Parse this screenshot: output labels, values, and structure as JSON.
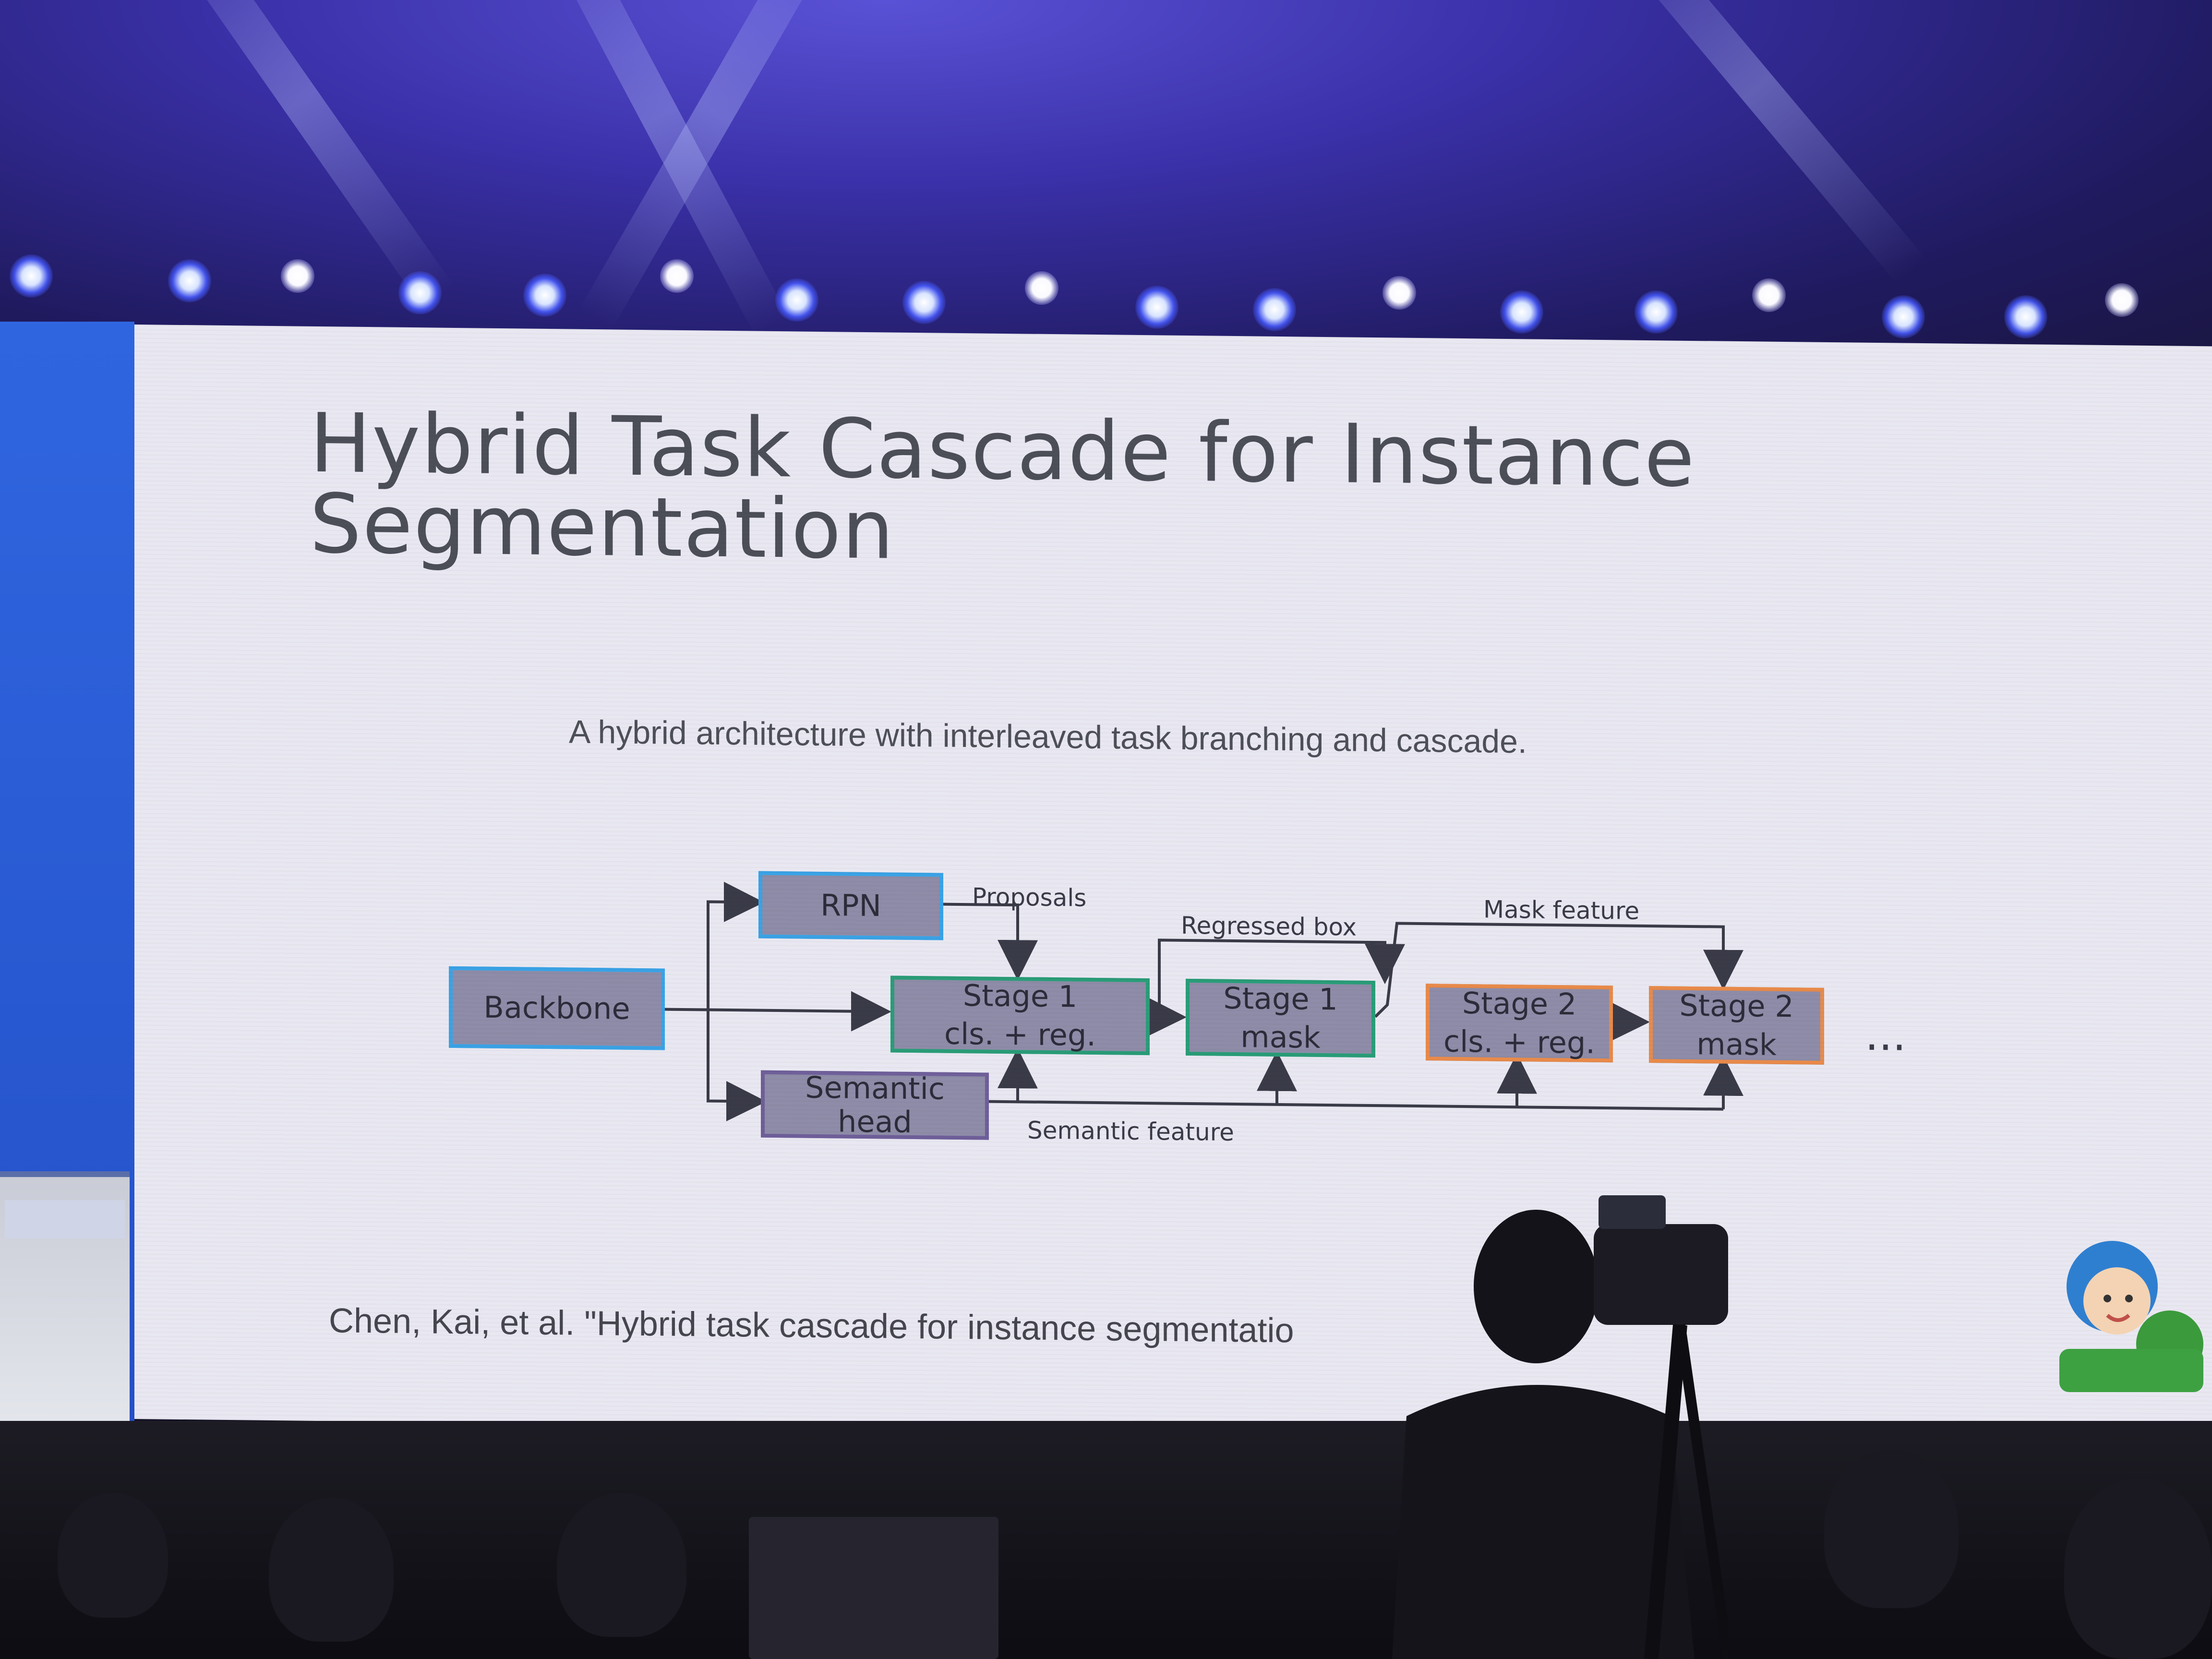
{
  "slide": {
    "title_line1": "Hybrid Task Cascade for Instance",
    "title_line2": "Segmentation",
    "subtitle": "A hybrid architecture with interleaved task branching and cascade.",
    "citation": "Chen, Kai, et al. \"Hybrid task cascade for instance segmentatio"
  },
  "diagram": {
    "nodes": {
      "backbone": "Backbone",
      "rpn": "RPN",
      "semantic_head_1": "Semantic",
      "semantic_head_2": "head",
      "stage1_box_1": "Stage 1",
      "stage1_box_2": "cls. + reg.",
      "stage1_mask_1": "Stage 1",
      "stage1_mask_2": "mask",
      "stage2_box_1": "Stage 2",
      "stage2_box_2": "cls. + reg.",
      "stage2_mask_1": "Stage 2",
      "stage2_mask_2": "mask"
    },
    "labels": {
      "proposals": "Proposals",
      "regressed_box": "Regressed box",
      "mask_feature": "Mask feature",
      "semantic_feature": "Semantic feature"
    },
    "ellipsis": "...",
    "colors": {
      "node_fill": "#8e8ca8",
      "backbone_border": "#3aa3e6",
      "rpn_border": "#3aa3e6",
      "semantic_border": "#6f5f9a",
      "stage1_border": "#2a9d78",
      "stage2_border": "#e88a4a",
      "arrow": "#3a3b48"
    }
  },
  "scene": {
    "accent_stage_light": "#3b3cff",
    "left_panel": "#2f66e0"
  }
}
